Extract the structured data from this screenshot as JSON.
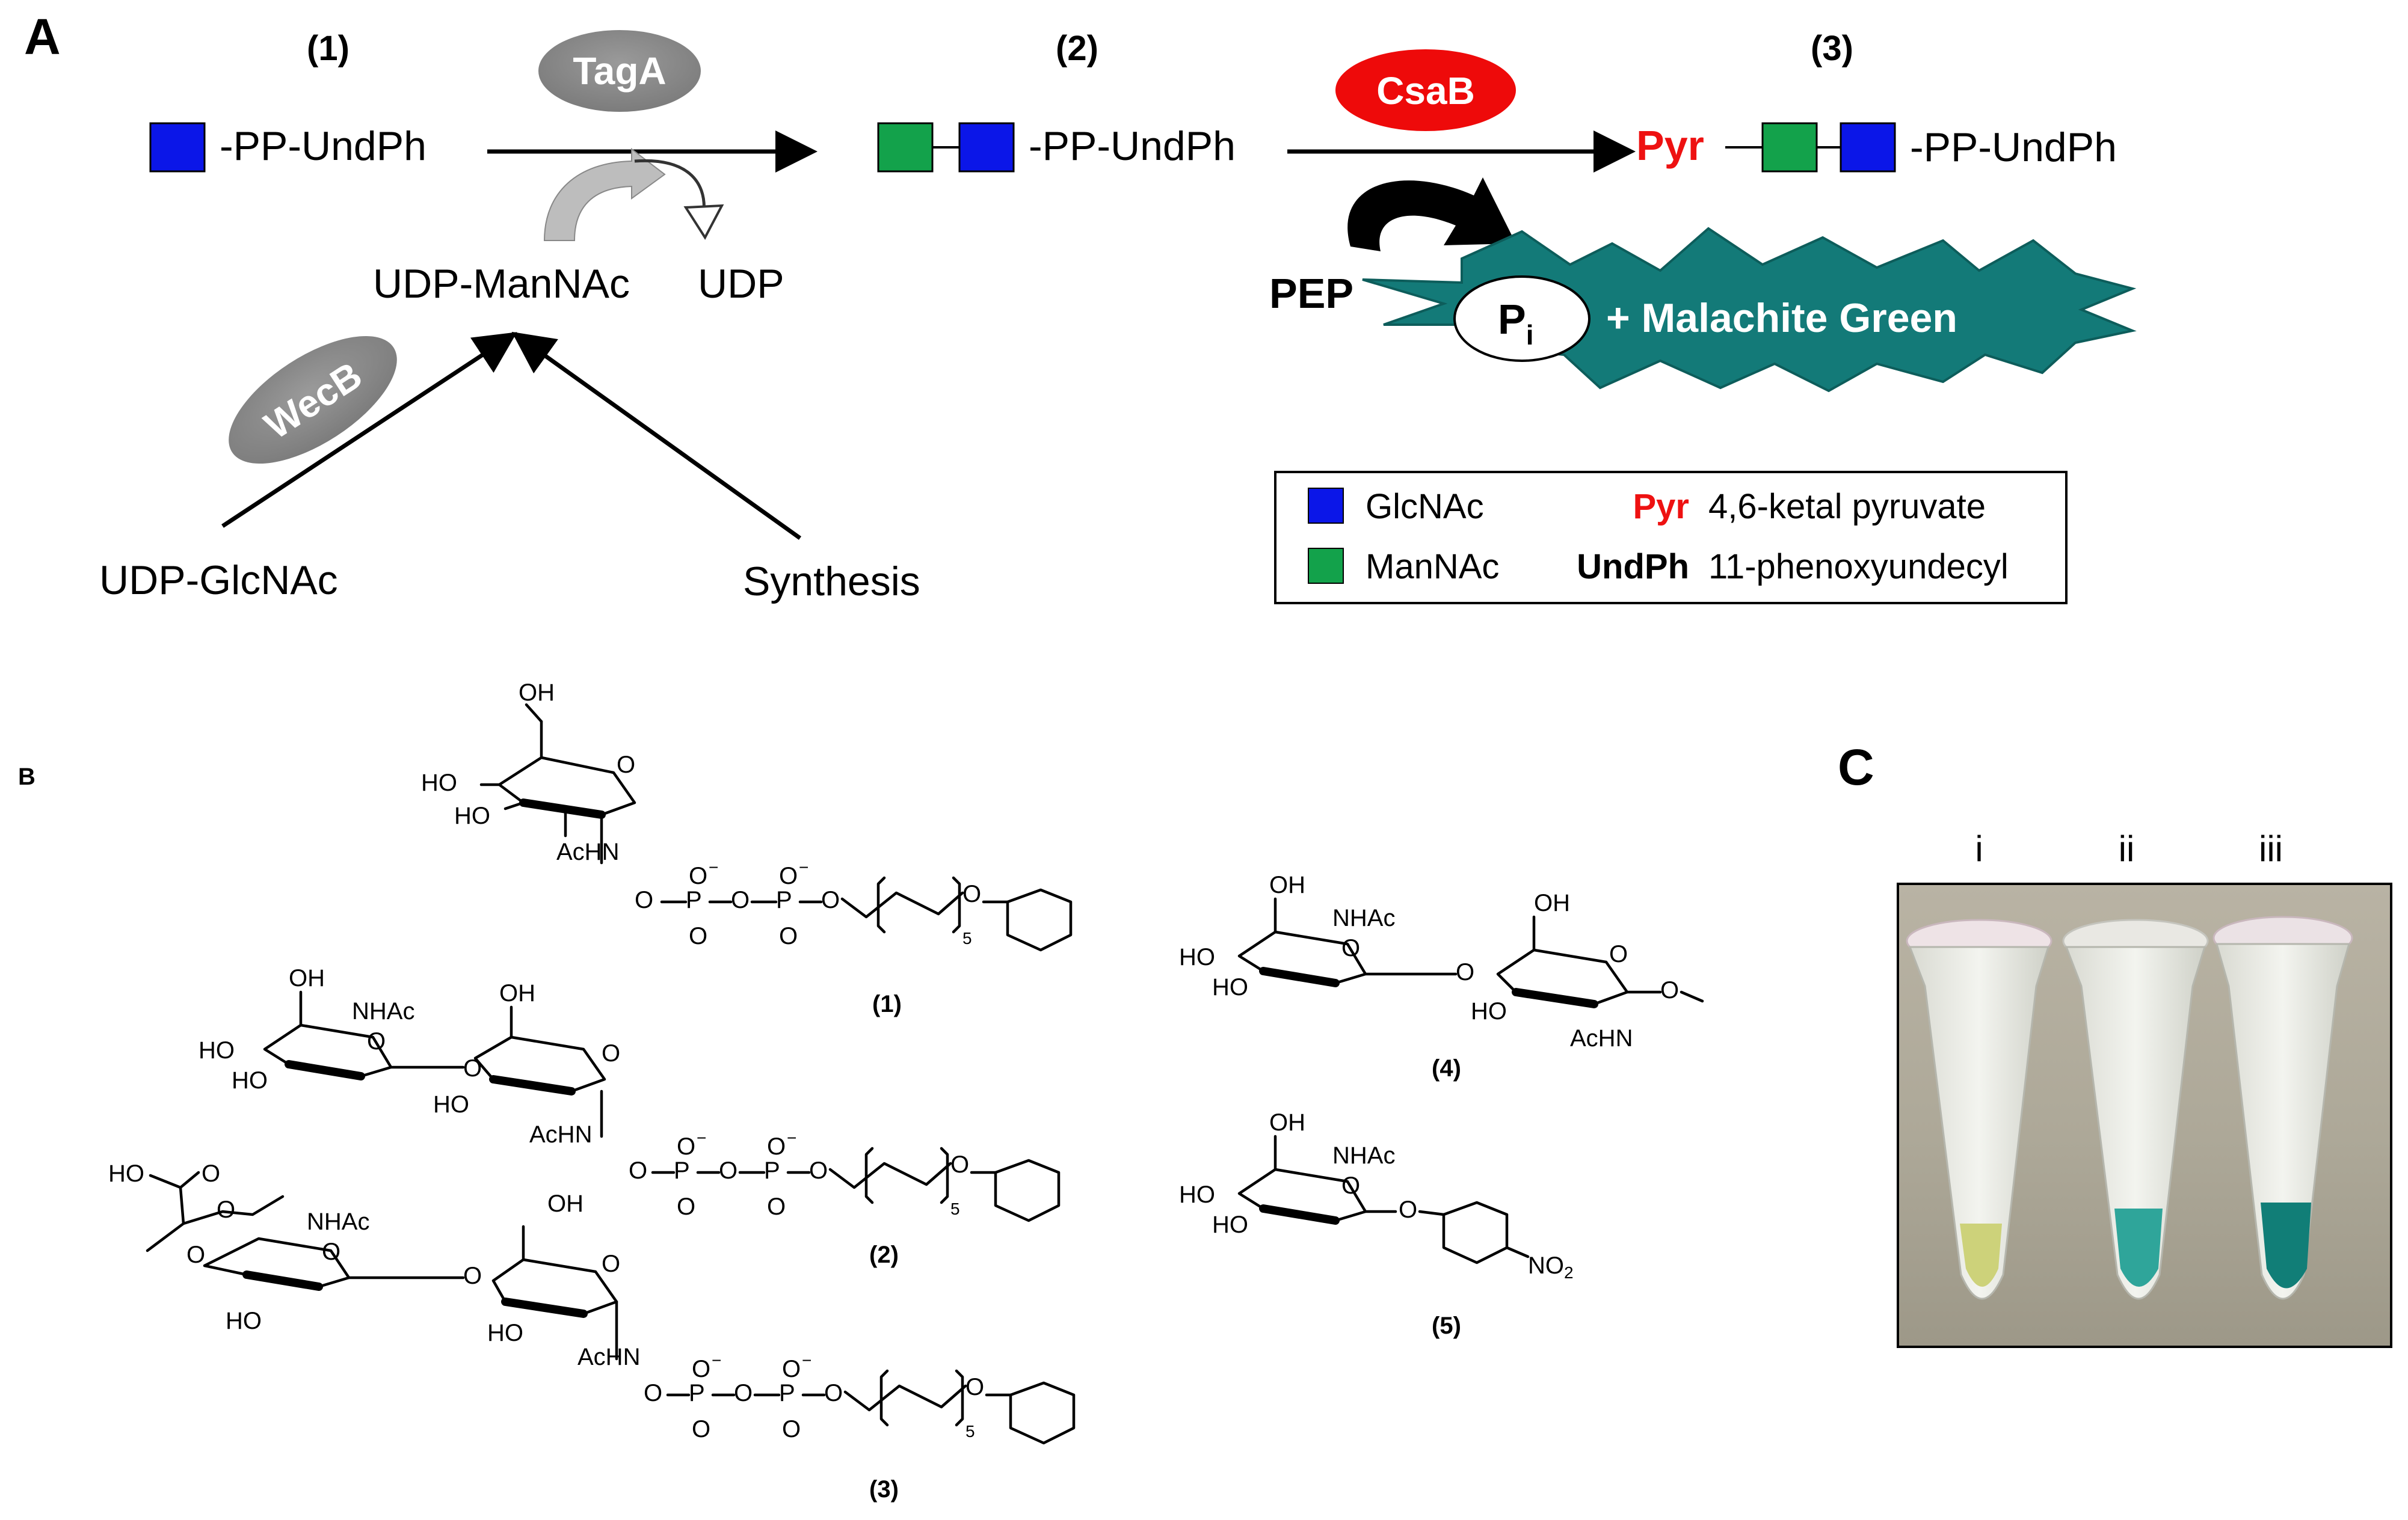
{
  "colors": {
    "glcnac": "#0b16e8",
    "mannac": "#13a24b",
    "pyr_red": "#ee1111",
    "enzyme_gray": "#8a8a8a",
    "csab_red": "#ee0a0a",
    "star_teal": "#137a78"
  },
  "panel_a": {
    "label": "A",
    "num1": "(1)",
    "num2": "(2)",
    "num3": "(3)",
    "sub1": "-PP-UndPh",
    "sub2": "-PP-UndPh",
    "sub3": "-PP-UndPh",
    "tagA": "TagA",
    "csaB": "CsaB",
    "wecB": "WecB",
    "pyr": "Pyr",
    "udp_mannac": "UDP-ManNAc",
    "udp": "UDP",
    "udp_glcnac": "UDP-GlcNAc",
    "synthesis": "Synthesis",
    "pep": "PEP",
    "pi": "P",
    "pi_sub": "i",
    "malachite": "+ Malachite Green",
    "legend": {
      "glcnac": "GlcNAc",
      "mannac": "ManNAc",
      "pyr_key": "Pyr",
      "pyr_desc": "4,6-ketal pyruvate",
      "undph_key": "UndPh",
      "undph_desc": "11-phenoxyundecyl"
    }
  },
  "panel_b": {
    "label": "B",
    "labels": [
      "(1)",
      "(2)",
      "(3)",
      "(4)",
      "(5)"
    ],
    "atoms": {
      "oh": "OH",
      "ho": "HO",
      "o": "O",
      "achn": "AcHN",
      "nhac": "NHAc",
      "p": "P",
      "ominus": "O",
      "minus": "−",
      "sub5": "5",
      "ho_acid": "HO",
      "no2": "NO",
      "no2_sub": "2"
    }
  },
  "panel_c": {
    "label": "C",
    "tubes": [
      "i",
      "ii",
      "iii"
    ]
  }
}
